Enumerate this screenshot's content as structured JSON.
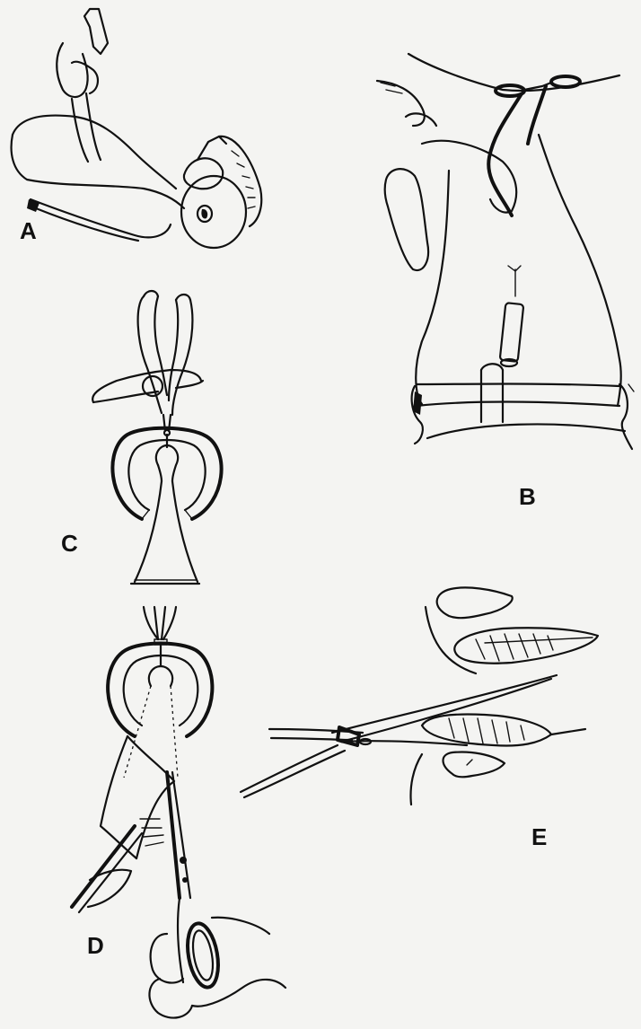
{
  "figure": {
    "panels": [
      {
        "label": "A",
        "subject": "infant-positioning"
      },
      {
        "label": "B",
        "subject": "retraction-and-suction"
      },
      {
        "label": "C",
        "subject": "ring-clamp"
      },
      {
        "label": "D",
        "subject": "clamp-and-scissors"
      },
      {
        "label": "E",
        "subject": "scissors-and-tissue"
      }
    ]
  }
}
